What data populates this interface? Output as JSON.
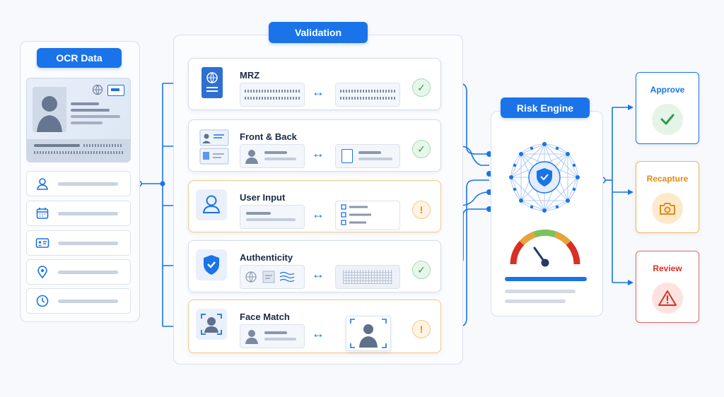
{
  "ocr": {
    "title": "OCR Data"
  },
  "validation": {
    "title": "Validation",
    "checks": [
      {
        "name": "MRZ",
        "status": "ok"
      },
      {
        "name": "Front & Back",
        "status": "ok"
      },
      {
        "name": "User Input",
        "status": "warning"
      },
      {
        "name": "Authenticity",
        "status": "ok"
      },
      {
        "name": "Face Match",
        "status": "warning"
      }
    ]
  },
  "risk_engine": {
    "title": "Risk Engine"
  },
  "outcomes": [
    {
      "label": "Approve",
      "color": "#1a73e8"
    },
    {
      "label": "Recapture",
      "color": "#e28b12"
    },
    {
      "label": "Review",
      "color": "#d93025"
    }
  ],
  "colors": {
    "accent": "#1a73e8",
    "ok": "#2e9b48",
    "warning": "#e28b12",
    "danger": "#d93025"
  },
  "symbols": {
    "swap": "↔",
    "ok": "✓",
    "warn": "!"
  }
}
